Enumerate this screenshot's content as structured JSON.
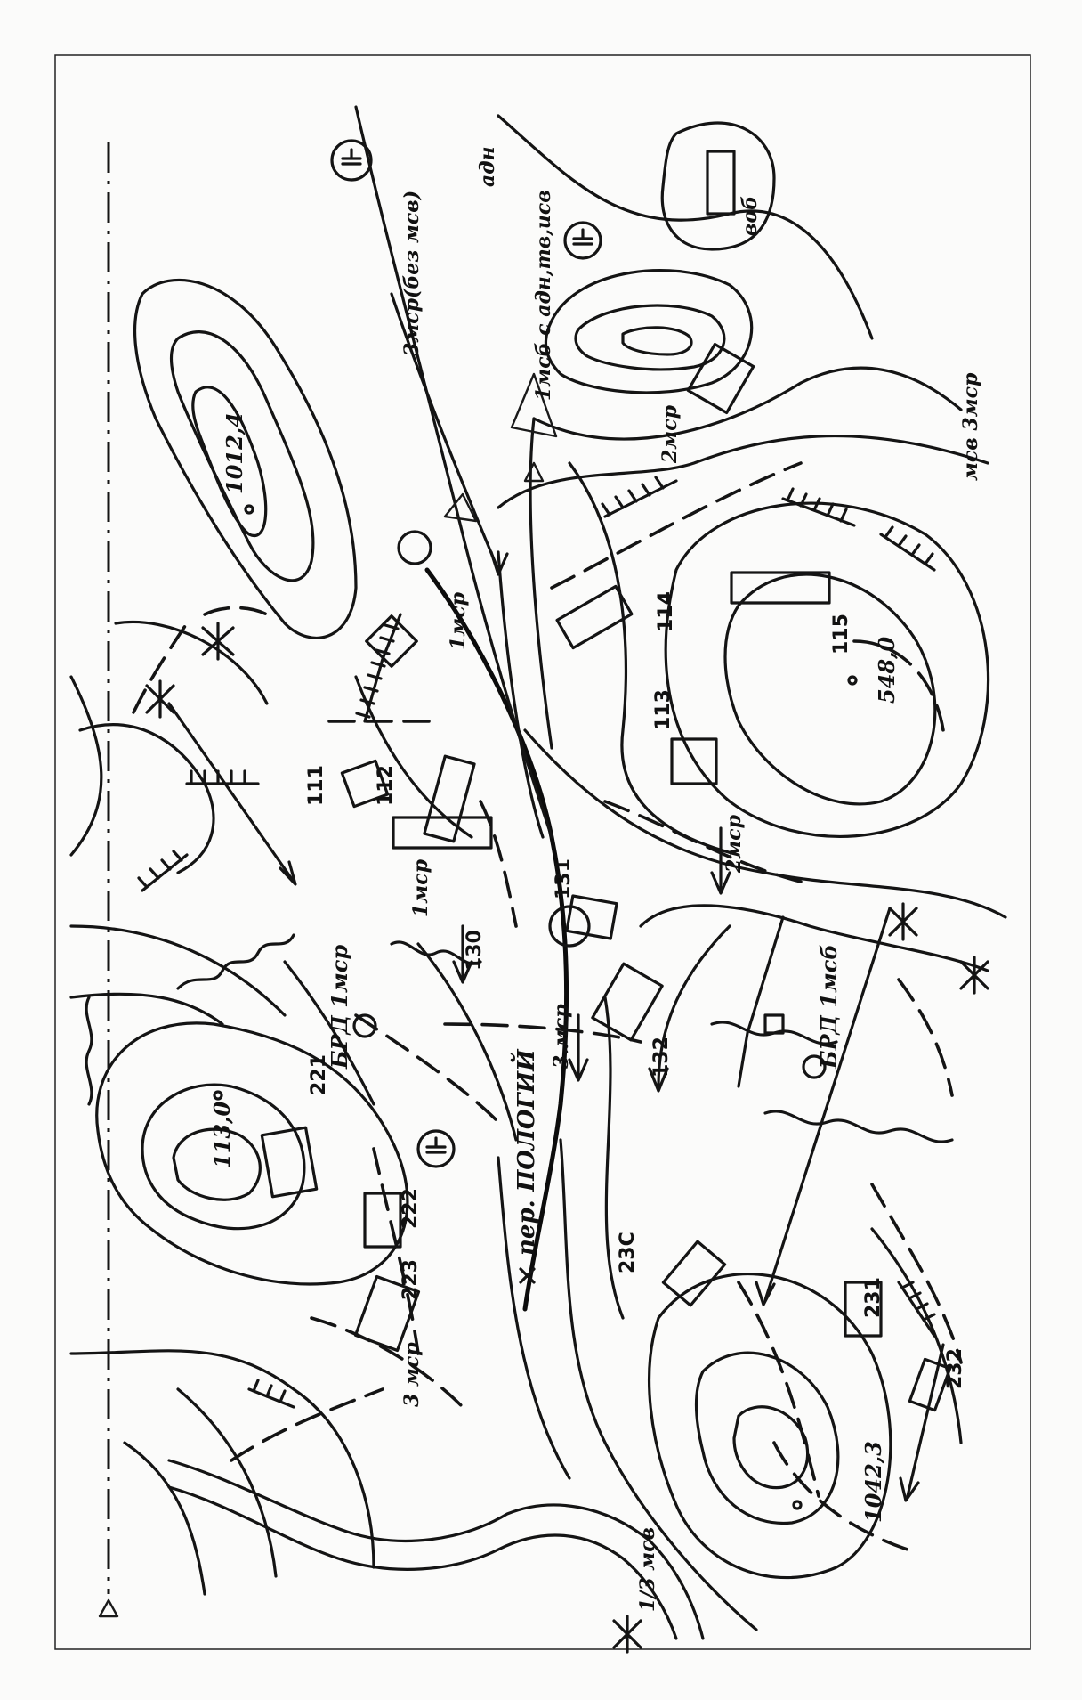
{
  "map": {
    "heights": [
      {
        "id": "h1012",
        "text": "1012,4"
      },
      {
        "id": "h548",
        "text": "548,0"
      },
      {
        "id": "h113",
        "text": "113,0"
      },
      {
        "id": "h1042",
        "text": "1042,3"
      }
    ],
    "positions": [
      {
        "id": "p111",
        "text": "111"
      },
      {
        "id": "p112",
        "text": "112"
      },
      {
        "id": "p113",
        "text": "113"
      },
      {
        "id": "p114",
        "text": "114"
      },
      {
        "id": "p115",
        "text": "115"
      },
      {
        "id": "p130",
        "text": "130"
      },
      {
        "id": "p131",
        "text": "131"
      },
      {
        "id": "p132",
        "text": "132"
      },
      {
        "id": "p221",
        "text": "221"
      },
      {
        "id": "p222",
        "text": "222"
      },
      {
        "id": "p223",
        "text": "223"
      },
      {
        "id": "p230",
        "text": "23С"
      },
      {
        "id": "p231",
        "text": "231"
      },
      {
        "id": "p232",
        "text": "232"
      }
    ],
    "units": [
      {
        "id": "u_3msr_bez",
        "text": "3мср(без мсв)"
      },
      {
        "id": "u_1msb",
        "text": "1мсб с адн,тв,исв"
      },
      {
        "id": "u_adn",
        "text": "адн"
      },
      {
        "id": "u_vob",
        "text": "воб"
      },
      {
        "id": "u_2msr_a",
        "text": "2мср"
      },
      {
        "id": "u_msv3msr",
        "text": "мсв 3мср"
      },
      {
        "id": "u_1msr_a",
        "text": "1мср"
      },
      {
        "id": "u_1msr_b",
        "text": "1мср"
      },
      {
        "id": "u_2msr_b",
        "text": "2мср"
      },
      {
        "id": "u_brd1msr",
        "text": "БРД 1мср"
      },
      {
        "id": "u_3msr_b",
        "text": "3.мср"
      },
      {
        "id": "u_brd1msb",
        "text": "БРД 1мсб"
      },
      {
        "id": "u_3msr_c",
        "text": "3 мср"
      },
      {
        "id": "u_1_3msv",
        "text": "1/3 мсв"
      }
    ],
    "crossing": {
      "text": "пер. ПОЛОГИЙ"
    }
  }
}
